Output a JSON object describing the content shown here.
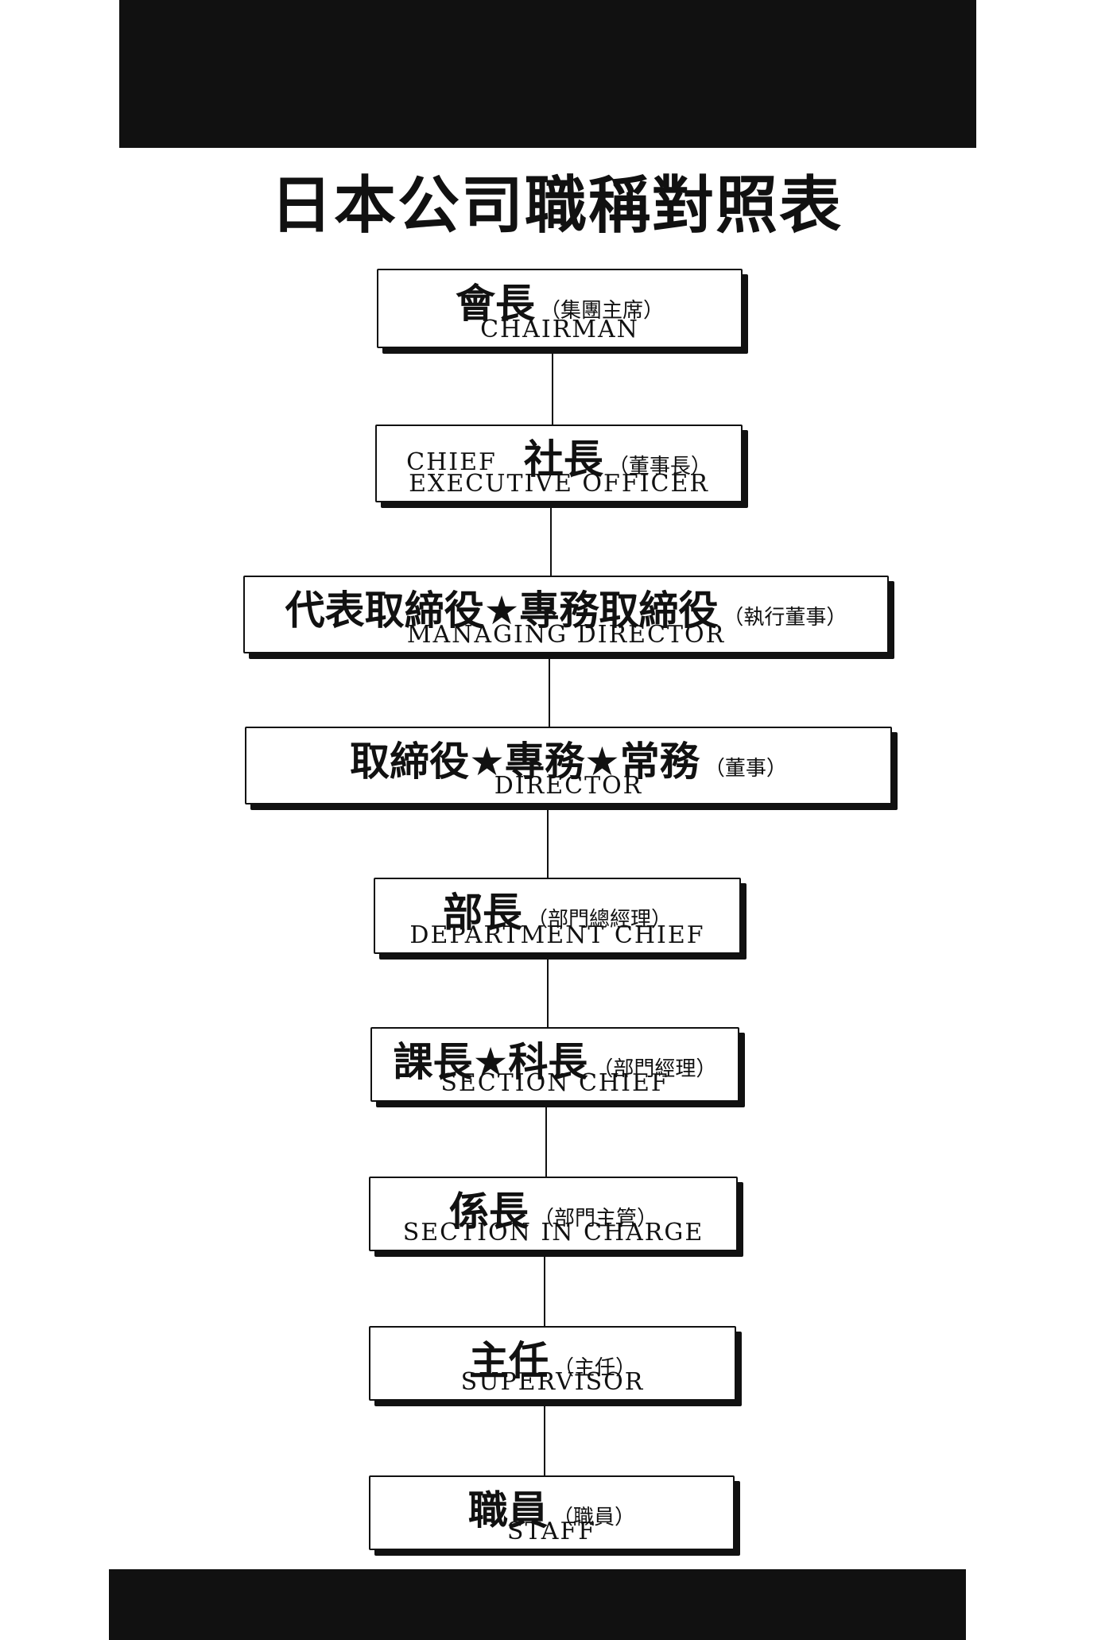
{
  "title": "日本公司職稱對照表",
  "positions": [
    {
      "ja": "會長",
      "zh": "（集團主席）",
      "en": "CHAIRMAN"
    },
    {
      "en_prefix": "CHIEF",
      "ja": "社長",
      "zh": "（董事長）",
      "en": "EXECUTIVE  OFFICER"
    },
    {
      "ja": "代表取締役★專務取締役",
      "zh": "（執行董事）",
      "en": "MANAGING  DIRECTOR"
    },
    {
      "ja": "取締役★專務★常務",
      "zh": "（董事）",
      "en": "DIRECTOR"
    },
    {
      "ja": "部長",
      "zh": "（部門總經理）",
      "en": "DEPARTMENT  CHIEF"
    },
    {
      "ja": "課長★科長",
      "zh": "（部門經理）",
      "en": "SECTION  CHIEF"
    },
    {
      "ja": "係長",
      "zh": "（部門主管）",
      "en": "SECTION  IN  CHARGE"
    },
    {
      "ja": "主任",
      "zh": "（主任）",
      "en": "SUPERVISOR"
    },
    {
      "ja": "職員",
      "zh": "（職員）",
      "en": "STAFF"
    }
  ]
}
